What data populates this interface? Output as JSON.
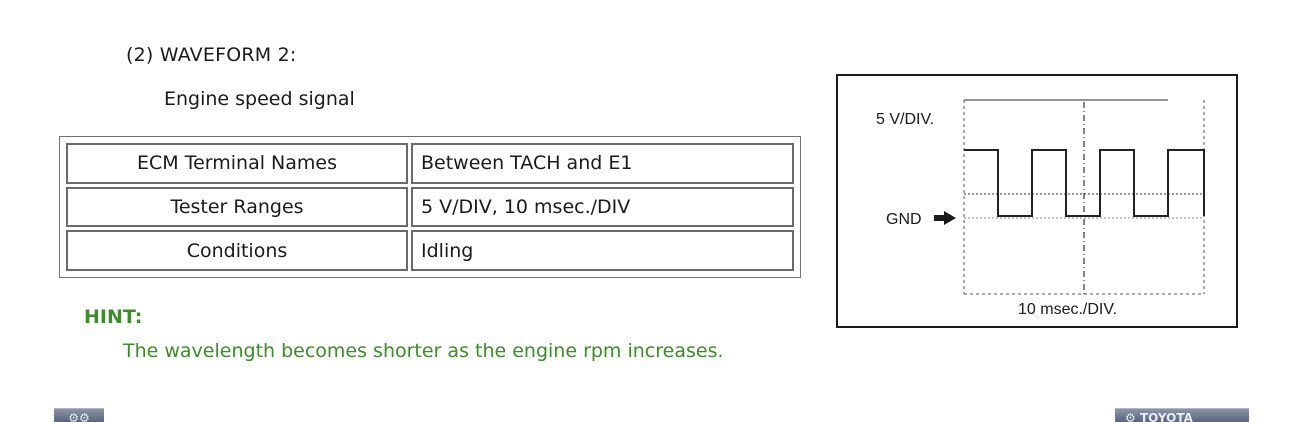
{
  "section": {
    "heading": "(2) WAVEFORM 2:",
    "subheading": "Engine speed signal"
  },
  "table": {
    "rows": [
      {
        "label": "ECM Terminal Names",
        "value": "Between TACH and E1"
      },
      {
        "label": "Tester Ranges",
        "value": "5 V/DIV, 10 msec./DIV"
      },
      {
        "label": "Conditions",
        "value": "Idling"
      }
    ]
  },
  "hint": {
    "title": "HINT:",
    "text": "The wavelength becomes shorter as the engine rpm increases."
  },
  "waveform": {
    "voltage_label": "5 V/DIV.",
    "ground_label": "GND",
    "time_label": "10 msec./DIV."
  },
  "nav": {
    "left_icon": "gear-icon",
    "right_label": "TOYOTA"
  },
  "colors": {
    "hint_green": "#3d8b2a",
    "nav_button": "#6b7588"
  }
}
